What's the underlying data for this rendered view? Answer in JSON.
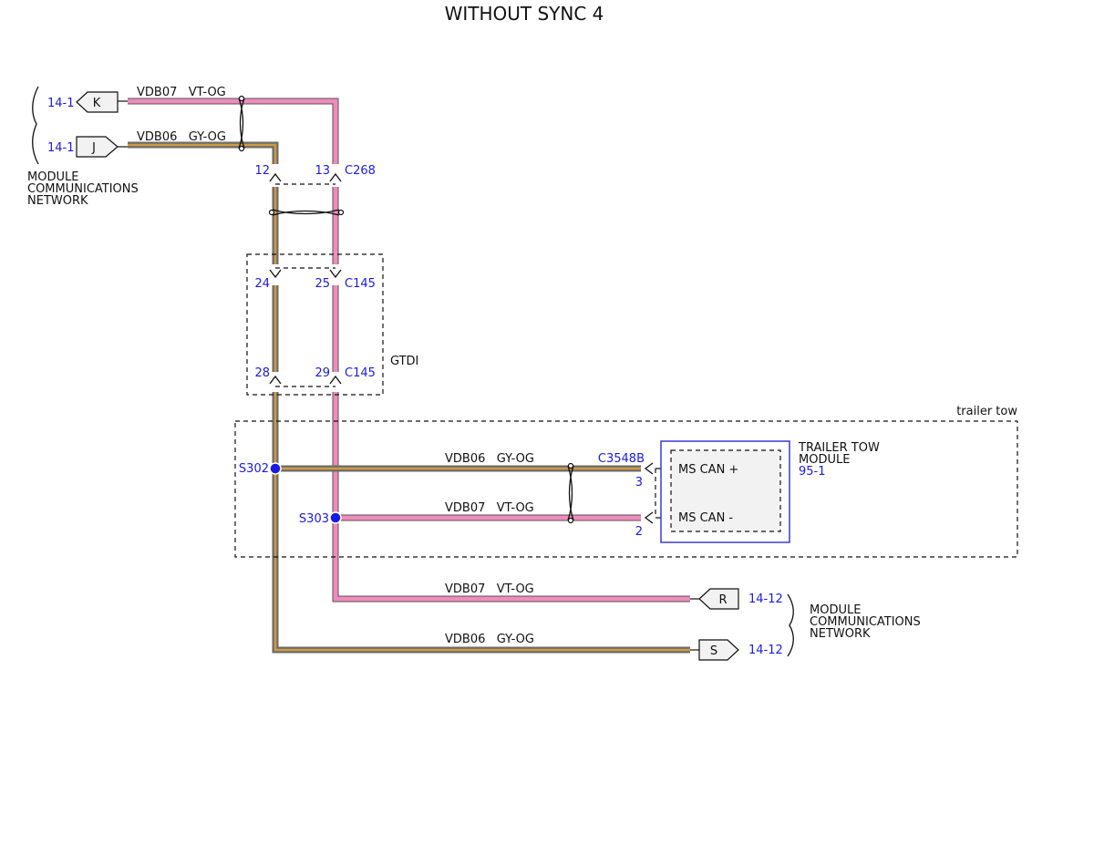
{
  "title": "WITHOUT SYNC 4",
  "colors": {
    "vt_og": "#f08cbc",
    "gy_og_outer": "#6b6b6b",
    "gy_og_inner": "#d29a42",
    "ref_blue": "#1a1ae6",
    "module_border": "#3a3ad0",
    "module_fill": "#f2f2f2"
  },
  "left_group": {
    "connector_k": {
      "pin": "K",
      "ref": "14-1"
    },
    "connector_j": {
      "pin": "J",
      "ref": "14-1"
    },
    "label_lines": [
      "MODULE",
      "COMMUNICATIONS",
      "NETWORK"
    ]
  },
  "right_group": {
    "connector_r": {
      "pin": "R",
      "ref": "14-12"
    },
    "connector_s": {
      "pin": "S",
      "ref": "14-12"
    },
    "label_lines": [
      "MODULE",
      "COMMUNICATIONS",
      "NETWORK"
    ]
  },
  "wires": {
    "top_vt": "VDB07   VT-OG",
    "top_gy": "VDB06   GY-OG",
    "mid_gy": "VDB06   GY-OG",
    "mid_vt": "VDB07   VT-OG",
    "low_vt": "VDB07   VT-OG",
    "low_gy": "VDB06   GY-OG"
  },
  "connectors": {
    "c268": {
      "name": "C268",
      "pin_gy": "12",
      "pin_vt": "13"
    },
    "c145_top": {
      "name": "C145",
      "pin_gy": "24",
      "pin_vt": "25"
    },
    "c145_bot": {
      "name": "C145",
      "pin_gy": "28",
      "pin_vt": "29"
    },
    "c3548b": {
      "name": "C3548B",
      "pin_plus": "3",
      "pin_minus": "2"
    }
  },
  "gtdi_label": "GTDI",
  "trailer_tow_label": "trailer tow",
  "splices": {
    "s302": "S302",
    "s303": "S303"
  },
  "module": {
    "title_lines": [
      "TRAILER TOW",
      "MODULE"
    ],
    "ref": "95-1",
    "pin_plus_label": "MS CAN +",
    "pin_minus_label": "MS CAN -"
  }
}
